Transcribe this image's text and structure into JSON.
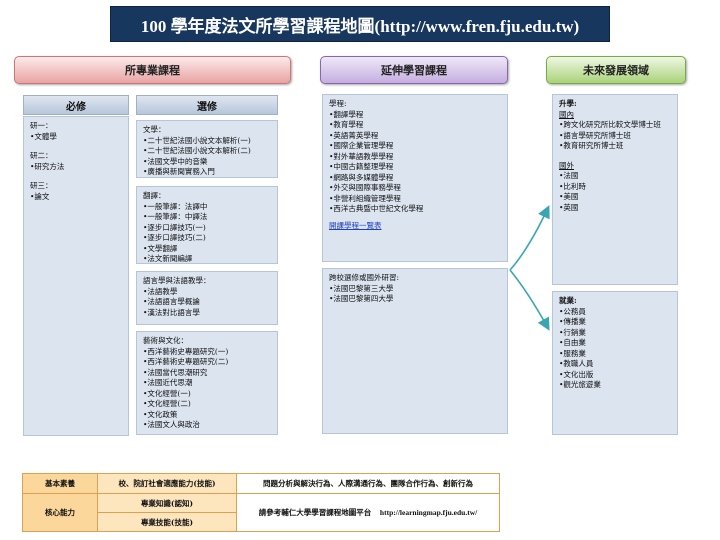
{
  "title": "100 學年度法文所學習課程地圖(http://www.fren.fju.edu.tw)",
  "sections": {
    "core": "所專業課程",
    "extension": "延伸學習課程",
    "future": "未來發展領域"
  },
  "core": {
    "required_header": "必修",
    "elective_header": "選修",
    "required": [
      {
        "heading": "研一：",
        "items": [
          "文體學"
        ]
      },
      {
        "heading": "研二：",
        "items": [
          "研究方法"
        ]
      },
      {
        "heading": "研三：",
        "items": [
          "論文"
        ]
      }
    ],
    "electives": [
      {
        "heading": "文學：",
        "items": [
          "二十世紀法國小說文本解析(一)",
          "二十世紀法國小說文本解析(二)",
          "法國文學中的音樂",
          "廣播與新聞實務入門"
        ]
      },
      {
        "heading": "翻譯：",
        "items": [
          "一般筆譯：法譯中",
          "一般筆譯：中譯法",
          "逐步口譯技巧(一)",
          "逐步口譯技巧(二)",
          "文學翻譯",
          "法文新聞編譯"
        ]
      },
      {
        "heading": "語言學與法語教學：",
        "items": [
          "法語教學",
          "法語語言學概論",
          "漢法對比語言學"
        ]
      },
      {
        "heading": "藝術與文化：",
        "items": [
          "西洋藝術史專題研究(一)",
          "西洋藝術史專題研究(二)",
          "法國當代思潮研究",
          "法國近代思潮",
          "文化經營(一)",
          "文化經營(二)",
          "文化政策",
          "法國文人與政治"
        ]
      }
    ]
  },
  "extension": {
    "programs_heading": "學程:",
    "programs": [
      "翻譯學程",
      "教育學程",
      "英語菁英學程",
      "國際企業管理學程",
      "對外華語教學學程",
      "中國古籍整理學程",
      "網路與多媒體學程",
      "外交與國際事務學程",
      "非營利組織管理學程",
      "西洋古典暨中世紀文化學程"
    ],
    "programs_link": "開課學程一覽表",
    "cross_heading": "跨校選修或國外研習:",
    "cross": [
      "法國巴黎第三大學",
      "法國巴黎第四大學"
    ]
  },
  "future": {
    "study_heading": "升學:",
    "domestic_heading": "國內",
    "domestic": [
      "跨文化研究所比較文學博士班",
      "語言學研究所博士班",
      "教育研究所博士班"
    ],
    "abroad_heading": "國外",
    "abroad": [
      "法國",
      "比利時",
      "美國",
      "英國"
    ],
    "employment_heading": "就業:",
    "employment": [
      "公務員",
      "傳播業",
      "行銷業",
      "自由業",
      "服務業",
      "教職人員",
      "文化出版",
      "觀光旅遊業"
    ]
  },
  "competencies": {
    "basic_label": "基本素養",
    "basic_value": "校、院訂社會適應能力(技能)",
    "basic_desc": "問題分析與解決行為、人際溝通行為、團隊合作行為、創新行為",
    "core_label": "核心能力",
    "core_items": [
      "專業知識(認知)",
      "專業技能(技能)"
    ],
    "core_desc": "請參考輔仁大學學習課程地圖平台",
    "core_url": "http://learningmap.fju.edu.tw/"
  },
  "colors": {
    "title_bg": "#17375e",
    "core_pill": "#e9a3a3",
    "extension_pill": "#c4aee0",
    "future_pill": "#a9d37a",
    "panel": "#dbe4ef",
    "table_label": "#fbd79b"
  }
}
